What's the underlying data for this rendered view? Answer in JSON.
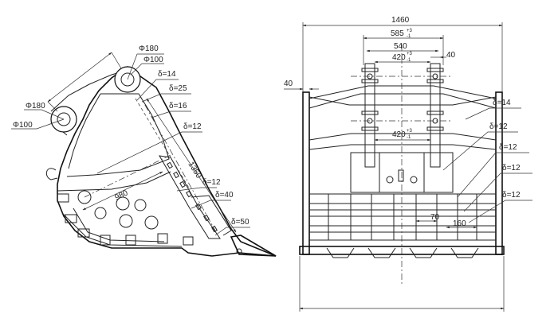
{
  "side_view": {
    "pin_dia_large_top": "Φ180",
    "pin_dia_small_top": "Φ100",
    "pin_dia_large_left": "Φ180",
    "pin_dia_small_left": "Φ100",
    "plate_14": "δ=14",
    "plate_25": "δ=25",
    "plate_16": "δ=16",
    "plate_12_a": "δ=12",
    "plate_12_b": "δ=12",
    "plate_40": "δ=40",
    "plate_50": "δ=50",
    "dim_1350": "1350",
    "dim_980": "980"
  },
  "front_view": {
    "width_total": "1460",
    "dim_585": "585",
    "dim_585_tol_upper": "+3",
    "dim_585_tol_lower": "-1",
    "dim_540": "540",
    "dim_420": "420",
    "dim_420_tol_upper": "+3",
    "dim_420_tol_lower": "-1",
    "dim_40_top": "40",
    "dim_40_left": "40",
    "dim_420_mid": "420",
    "dim_420_mid_tol_upper": "+3",
    "dim_420_mid_tol_lower": "-1",
    "dim_70": "70",
    "dim_160": "160",
    "plate_14": "δ=14",
    "plate_12_a": "δ=12",
    "plate_12_b": "δ=12",
    "plate_12_c": "δ=12",
    "plate_12_d": "δ=12"
  }
}
